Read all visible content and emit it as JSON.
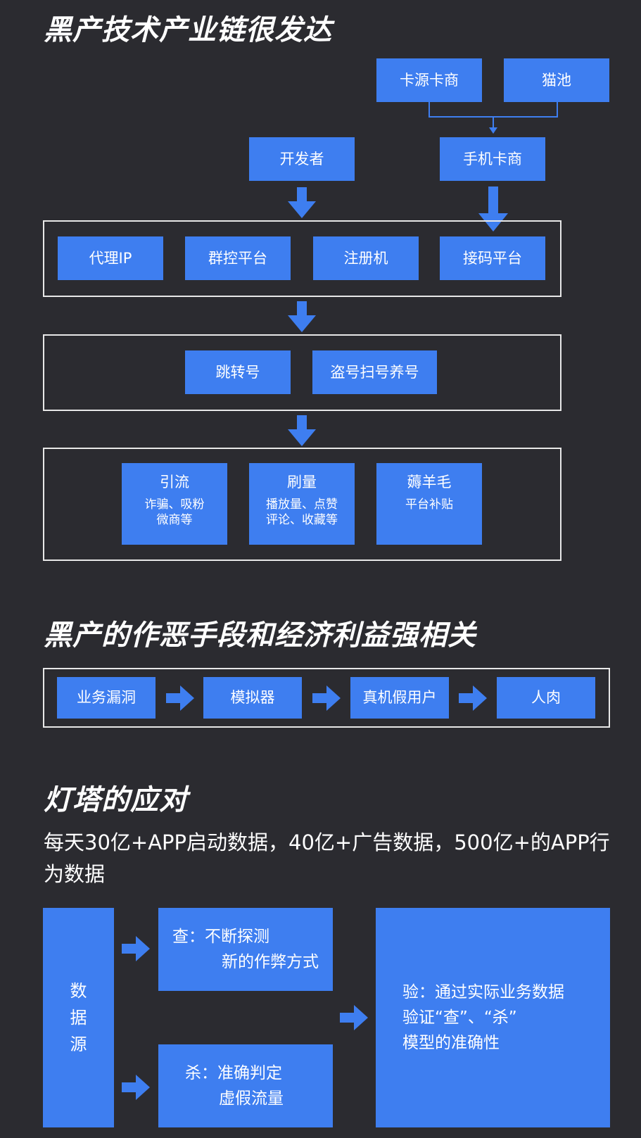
{
  "section1": {
    "title": "黑产技术产业链很发达",
    "source_card_vendor": "卡源卡商",
    "cat_pool": "猫池",
    "developer": "开发者",
    "phone_card_vendor": "手机卡商",
    "tools": [
      "代理IP",
      "群控平台",
      "注册机",
      "接码平台"
    ],
    "accounts": [
      "跳转号",
      "盗号扫号养号"
    ],
    "outcomes": [
      {
        "title": "引流",
        "lines": [
          "诈骗、吸粉",
          "微商等"
        ]
      },
      {
        "title": "刷量",
        "lines": [
          "播放量、点赞",
          "评论、收藏等"
        ]
      },
      {
        "title": "薅羊毛",
        "lines": [
          "平台补贴"
        ]
      }
    ]
  },
  "section2": {
    "title": "黑产的作恶手段和经济利益强相关",
    "steps": [
      "业务漏洞",
      "模拟器",
      "真机假用户",
      "人肉"
    ]
  },
  "section3": {
    "title": "灯塔的应对",
    "description": "每天30亿+APP启动数据，40亿+广告数据，500亿+的APP行为数据",
    "data_source": [
      "数",
      "据",
      "源"
    ],
    "detect": [
      "查：不断探测",
      "新的作弊方式"
    ],
    "kill": [
      "杀：准确判定",
      "虚假流量"
    ],
    "verify": [
      "验：通过实际业务数据",
      "验证“查”、“杀”",
      "模型的准确性"
    ]
  },
  "colors": {
    "background": "#2b2b30",
    "box": "#3e7ef0",
    "frame": "#e8e8e8"
  }
}
